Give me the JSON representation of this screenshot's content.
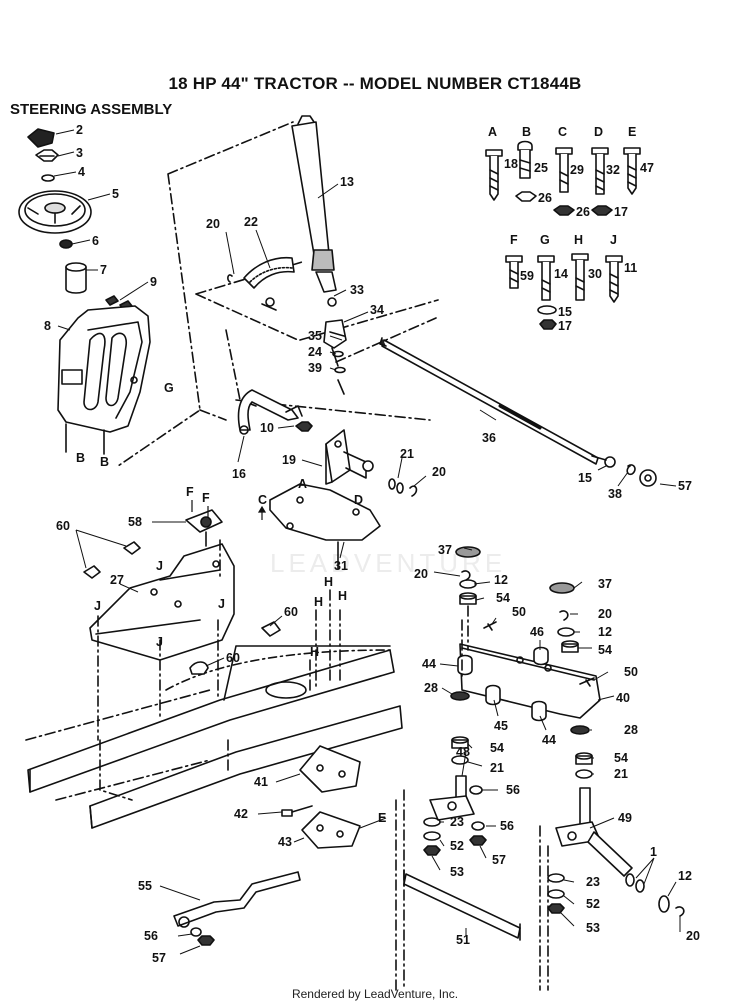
{
  "header": {
    "title": "18 HP 44\" TRACTOR -- MODEL NUMBER CT1844B",
    "subtitle": "STEERING ASSEMBLY"
  },
  "footer": {
    "credit": "Rendered by LeadVenture, Inc."
  },
  "watermark": {
    "text": "LEADVENTURE"
  },
  "hardware_letters": [
    "A",
    "B",
    "C",
    "D",
    "E",
    "F",
    "G",
    "H",
    "J"
  ],
  "callouts": [
    {
      "id": "c2",
      "text": "2"
    },
    {
      "id": "c3",
      "text": "3"
    },
    {
      "id": "c4",
      "text": "4"
    },
    {
      "id": "c5",
      "text": "5"
    },
    {
      "id": "c6",
      "text": "6"
    },
    {
      "id": "c7",
      "text": "7"
    },
    {
      "id": "c8",
      "text": "8"
    },
    {
      "id": "c9",
      "text": "9"
    },
    {
      "id": "c13",
      "text": "13"
    },
    {
      "id": "c20a",
      "text": "20"
    },
    {
      "id": "c22",
      "text": "22"
    },
    {
      "id": "c33",
      "text": "33"
    },
    {
      "id": "c34",
      "text": "34"
    },
    {
      "id": "c35",
      "text": "35"
    },
    {
      "id": "c24",
      "text": "24"
    },
    {
      "id": "c39",
      "text": "39"
    },
    {
      "id": "c10",
      "text": "10"
    },
    {
      "id": "c16",
      "text": "16"
    },
    {
      "id": "c19",
      "text": "19"
    },
    {
      "id": "c21a",
      "text": "21"
    },
    {
      "id": "c20b",
      "text": "20"
    },
    {
      "id": "c36",
      "text": "36"
    },
    {
      "id": "c15a",
      "text": "15"
    },
    {
      "id": "c38",
      "text": "38"
    },
    {
      "id": "c57a",
      "text": "57"
    },
    {
      "id": "c58",
      "text": "58"
    },
    {
      "id": "c60a",
      "text": "60"
    },
    {
      "id": "c27",
      "text": "27"
    },
    {
      "id": "c31",
      "text": "31"
    },
    {
      "id": "c60b",
      "text": "60"
    },
    {
      "id": "c60c",
      "text": "60"
    },
    {
      "id": "c37a",
      "text": "37"
    },
    {
      "id": "c20c",
      "text": "20"
    },
    {
      "id": "c12a",
      "text": "12"
    },
    {
      "id": "c54a",
      "text": "54"
    },
    {
      "id": "c50a",
      "text": "50"
    },
    {
      "id": "c37b",
      "text": "37"
    },
    {
      "id": "c20d",
      "text": "20"
    },
    {
      "id": "c12b",
      "text": "12"
    },
    {
      "id": "c46",
      "text": "46"
    },
    {
      "id": "c54b",
      "text": "54"
    },
    {
      "id": "c44a",
      "text": "44"
    },
    {
      "id": "c28a",
      "text": "28"
    },
    {
      "id": "c45",
      "text": "45"
    },
    {
      "id": "c44b",
      "text": "44"
    },
    {
      "id": "c50b",
      "text": "50"
    },
    {
      "id": "c40",
      "text": "40"
    },
    {
      "id": "c28b",
      "text": "28"
    },
    {
      "id": "c54c",
      "text": "54"
    },
    {
      "id": "c21b",
      "text": "21"
    },
    {
      "id": "c54d",
      "text": "54"
    },
    {
      "id": "c21c",
      "text": "21"
    },
    {
      "id": "c48",
      "text": "48"
    },
    {
      "id": "c41",
      "text": "41"
    },
    {
      "id": "c56a",
      "text": "56"
    },
    {
      "id": "c42",
      "text": "42"
    },
    {
      "id": "c23a",
      "text": "23"
    },
    {
      "id": "c56b",
      "text": "56"
    },
    {
      "id": "c43",
      "text": "43"
    },
    {
      "id": "c52a",
      "text": "52"
    },
    {
      "id": "c57b",
      "text": "57"
    },
    {
      "id": "c53a",
      "text": "53"
    },
    {
      "id": "c49",
      "text": "49"
    },
    {
      "id": "c55",
      "text": "55"
    },
    {
      "id": "c1",
      "text": "1"
    },
    {
      "id": "c23b",
      "text": "23"
    },
    {
      "id": "c12c",
      "text": "12"
    },
    {
      "id": "c52b",
      "text": "52"
    },
    {
      "id": "c53b",
      "text": "53"
    },
    {
      "id": "c51",
      "text": "51"
    },
    {
      "id": "c20e",
      "text": "20"
    },
    {
      "id": "c56c",
      "text": "56"
    },
    {
      "id": "c57c",
      "text": "57"
    }
  ],
  "letter_marks": [
    {
      "id": "lB1",
      "text": "B"
    },
    {
      "id": "lB2",
      "text": "B"
    },
    {
      "id": "lG",
      "text": "G"
    },
    {
      "id": "lA",
      "text": "A"
    },
    {
      "id": "lC",
      "text": "C"
    },
    {
      "id": "lD",
      "text": "D"
    },
    {
      "id": "lF1",
      "text": "F"
    },
    {
      "id": "lF2",
      "text": "F"
    },
    {
      "id": "lE",
      "text": "E"
    },
    {
      "id": "lJ1",
      "text": "J"
    },
    {
      "id": "lJ2",
      "text": "J"
    },
    {
      "id": "lJ3",
      "text": "J"
    },
    {
      "id": "lJ4",
      "text": "J"
    },
    {
      "id": "lH1",
      "text": "H"
    },
    {
      "id": "lH2",
      "text": "H"
    },
    {
      "id": "lH3",
      "text": "H"
    },
    {
      "id": "lH4",
      "text": "H"
    }
  ],
  "bolt_kit": [
    {
      "letter": "A",
      "bolt": "18"
    },
    {
      "letter": "B",
      "bolt": "25",
      "nut": "26"
    },
    {
      "letter": "C",
      "bolt": "29",
      "nut": "26"
    },
    {
      "letter": "D",
      "bolt": "32",
      "nut": "17"
    },
    {
      "letter": "E",
      "bolt": "47"
    },
    {
      "letter": "F",
      "bolt": "59"
    },
    {
      "letter": "G",
      "bolt": "14",
      "washer": "15",
      "nut": "17"
    },
    {
      "letter": "H",
      "bolt": "30"
    },
    {
      "letter": "J",
      "bolt": "11"
    }
  ]
}
